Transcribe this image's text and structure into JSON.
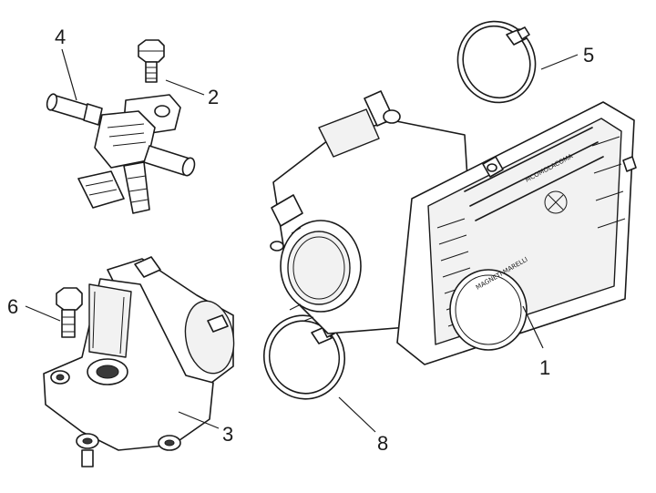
{
  "callouts": {
    "c1": "1",
    "c2": "2",
    "c3": "3",
    "c4": "4",
    "c5": "5",
    "c6": "6",
    "c8": "8"
  },
  "brand_marks": {
    "cover_logo": "MAGNETI MARELLI",
    "side_text": "MCOMOLACOMA"
  },
  "colors": {
    "ink": "#1a1a1a",
    "background": "#ffffff"
  }
}
